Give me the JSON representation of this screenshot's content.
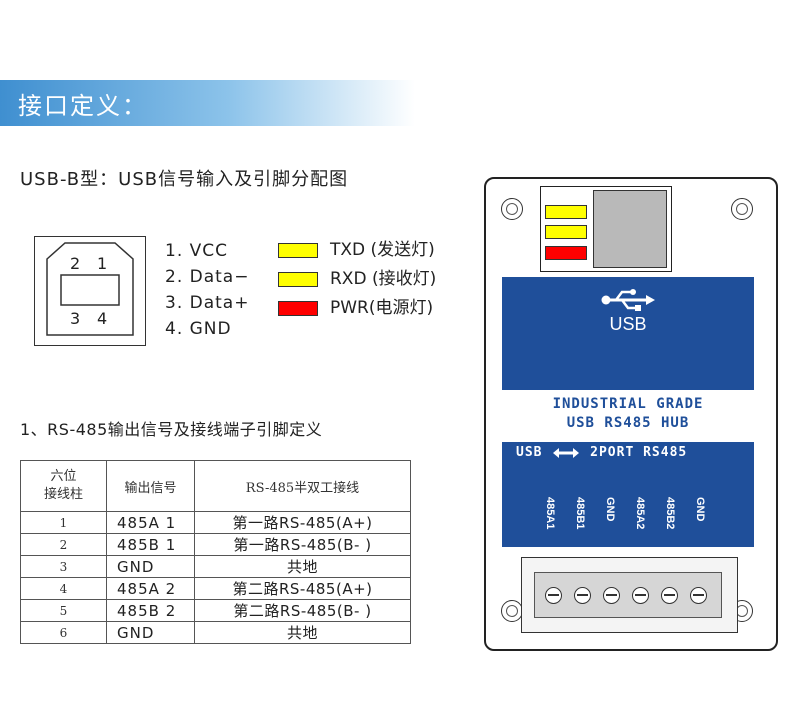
{
  "banner": {
    "title": "接口定义："
  },
  "usb_section": {
    "heading": "USB-B型：USB信号输入及引脚分配图",
    "connector_pins": [
      "2",
      "1",
      "3",
      "4"
    ],
    "pins": [
      "1. VCC",
      "2. Data−",
      "3. Data+",
      "4. GND"
    ]
  },
  "led_legend": [
    {
      "color": "#ffff00",
      "label": "TXD (发送灯)"
    },
    {
      "color": "#ffff00",
      "label": "RXD (接收灯)"
    },
    {
      "color": "#ff0000",
      "label": "PWR(电源灯)"
    }
  ],
  "rs485_section": {
    "heading": "1、RS-485输出信号及接线端子引脚定义",
    "headers": [
      "六位\n接线柱",
      "输出信号",
      "RS-485半双工接线"
    ],
    "rows": [
      [
        "1",
        "485A 1",
        "第一路RS-485(A+)"
      ],
      [
        "2",
        "485B 1",
        "第一路RS-485(B- )"
      ],
      [
        "3",
        "GND",
        "共地"
      ],
      [
        "4",
        "485A 2",
        "第二路RS-485(A+)"
      ],
      [
        "5",
        "485B 2",
        "第二路RS-485(B- )"
      ],
      [
        "6",
        "GND",
        "共地"
      ]
    ]
  },
  "device": {
    "usb_label": "USB",
    "band_line1": "INDUSTRIAL GRADE",
    "band_line2": "USB RS485 HUB",
    "ratio_left": "USB",
    "ratio_right": "2PORT RS485",
    "terminals": [
      "485A1",
      "485B1",
      "GND",
      "485A2",
      "485B2",
      "GND"
    ],
    "panel_color": "#1f4f9a",
    "led_colors": [
      "#ffff00",
      "#ffff00",
      "#ff0000"
    ]
  }
}
